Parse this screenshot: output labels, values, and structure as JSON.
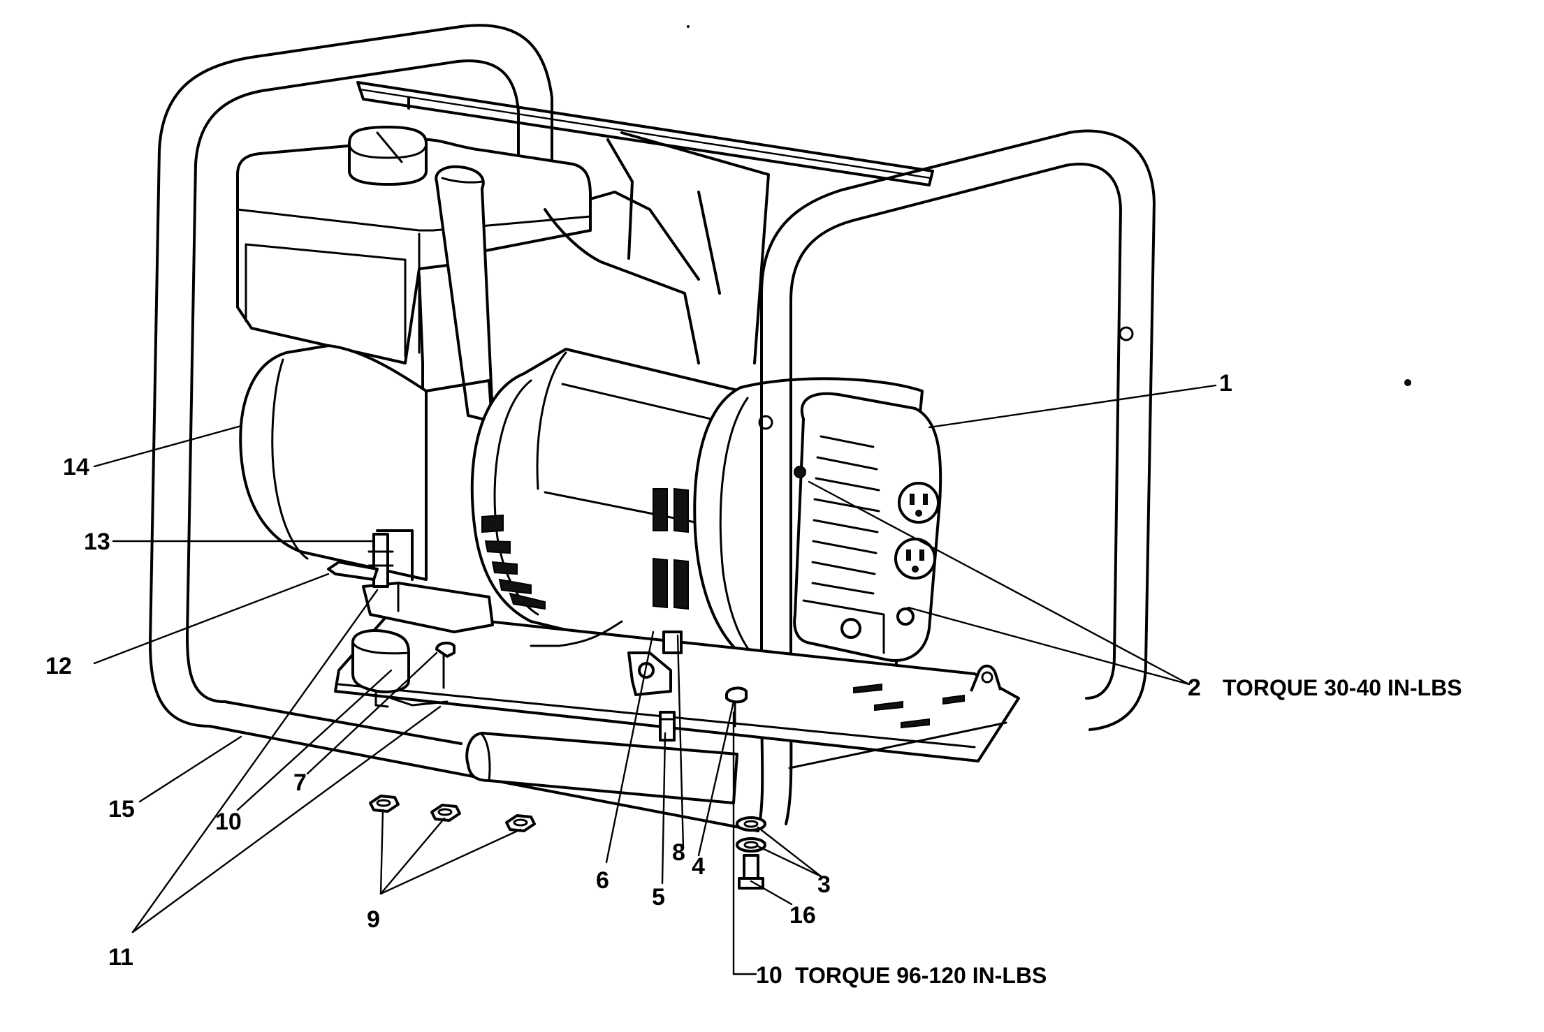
{
  "callouts": [
    {
      "id": "1",
      "label": "1"
    },
    {
      "id": "2",
      "label": "2"
    },
    {
      "id": "3",
      "label": "3"
    },
    {
      "id": "4",
      "label": "4"
    },
    {
      "id": "5",
      "label": "5"
    },
    {
      "id": "6",
      "label": "6"
    },
    {
      "id": "7",
      "label": "7"
    },
    {
      "id": "8",
      "label": "8"
    },
    {
      "id": "9",
      "label": "9"
    },
    {
      "id": "10a",
      "label": "10"
    },
    {
      "id": "10b",
      "label": "10"
    },
    {
      "id": "11",
      "label": "11"
    },
    {
      "id": "12",
      "label": "12"
    },
    {
      "id": "13",
      "label": "13"
    },
    {
      "id": "14",
      "label": "14"
    },
    {
      "id": "15",
      "label": "15"
    },
    {
      "id": "16",
      "label": "16"
    }
  ],
  "notes": {
    "torque_2": "TORQUE 30-40 IN-LBS",
    "torque_10": "TORQUE 96-120 IN-LBS"
  },
  "icons": {
    "generator": "portable-generator-exploded-diagram"
  }
}
